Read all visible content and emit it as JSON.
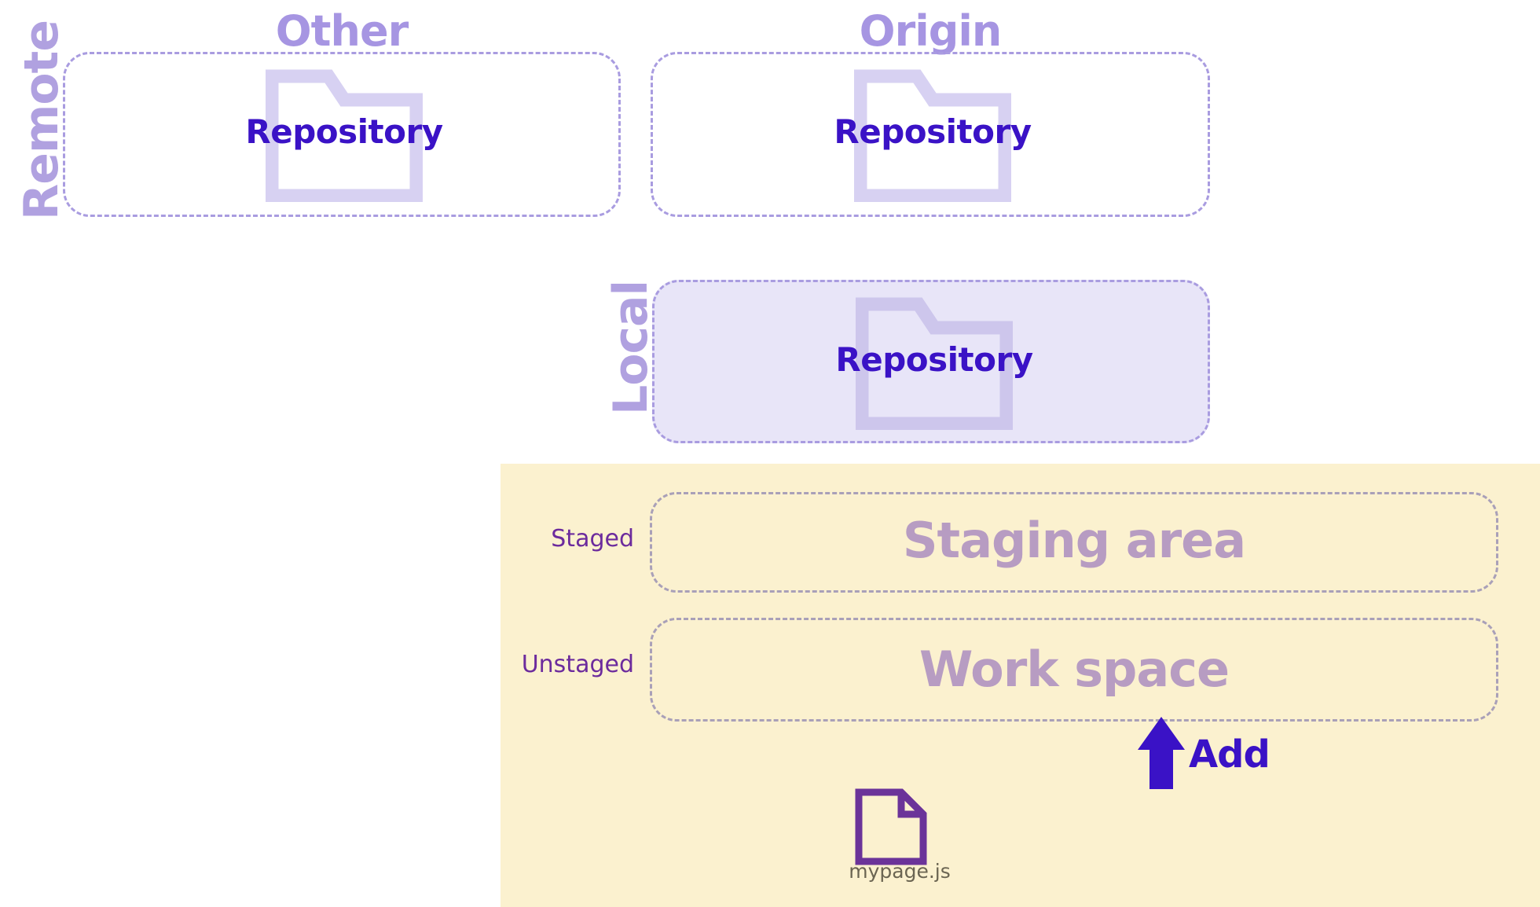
{
  "diagram": {
    "title": "Git workflow areas diagram",
    "colors": {
      "background": "#ffffff",
      "zone_border": "#a99ce0",
      "zone_title": "#a695e2",
      "side_label": "#b0a1e0",
      "folder_icon": "#d7d1f2",
      "repository_text": "#3a12c6",
      "workspace_panel_bg": "#fbf1cf",
      "inner_box_border": "#a9a0b8",
      "inner_title": "#b79cc2",
      "stage_label": "#6c2b9d",
      "local_box_fill": "#e8e5f8",
      "file_icon": "#6b3399",
      "file_name": "#6b6552",
      "arrow": "#3a12c6"
    },
    "side_labels": {
      "remote": "Remote",
      "local": "Local"
    },
    "remote_zones": [
      {
        "title": "Other",
        "repository_label": "Repository",
        "icon": "folder-icon"
      },
      {
        "title": "Origin",
        "repository_label": "Repository",
        "icon": "folder-icon"
      }
    ],
    "local_zone": {
      "repository_label": "Repository",
      "icon": "folder-icon"
    },
    "workspace": {
      "staged": {
        "stage_label": "Staged",
        "area_title": "Staging area"
      },
      "unstaged": {
        "stage_label": "Unstaged",
        "area_title": "Work space",
        "file": {
          "name": "mypage.js",
          "icon": "file-document-icon"
        }
      },
      "transition": {
        "label": "Add",
        "icon": "arrow-up-icon",
        "direction": "unstaged-to-staged"
      }
    }
  }
}
